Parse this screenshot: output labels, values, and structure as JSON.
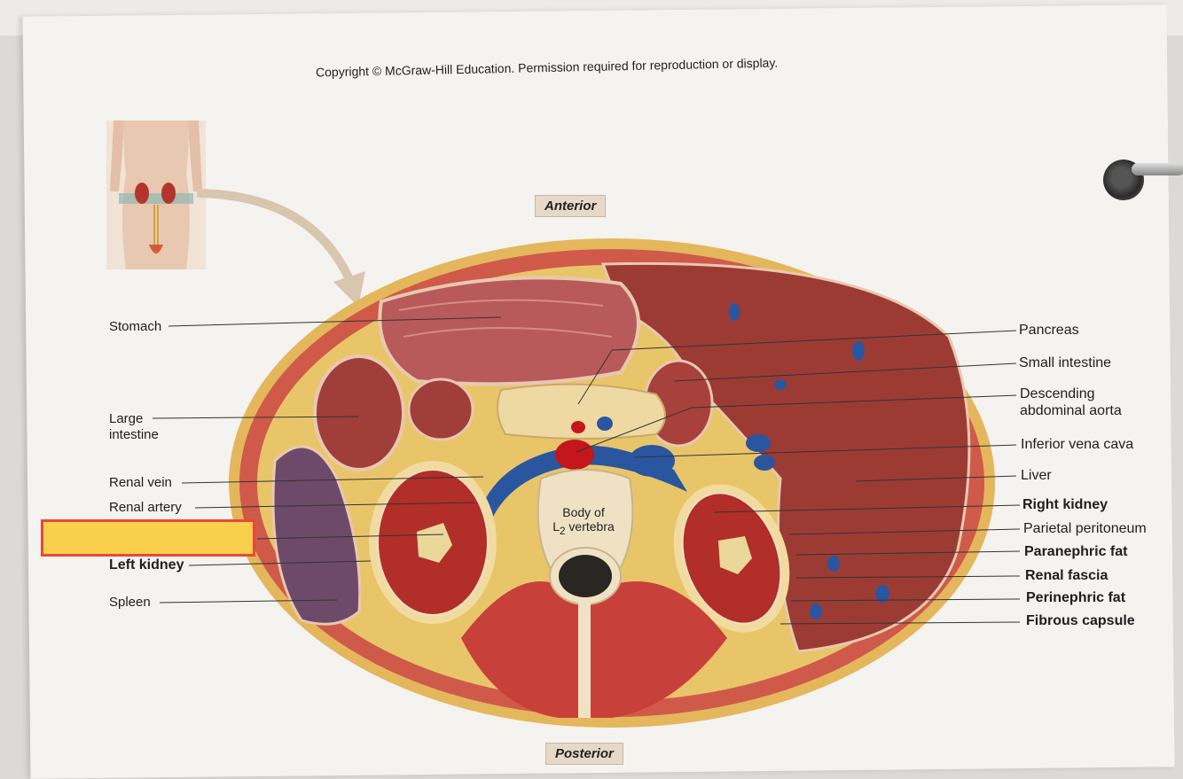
{
  "header": {
    "copyright": "Copyright © McGraw-Hill Education. Permission required for reproduction or display."
  },
  "orientation": {
    "anterior": "Anterior",
    "posterior": "Posterior"
  },
  "vertebra_label": {
    "line1": "Body of",
    "line2_prefix": "L",
    "line2_sub": "2",
    "line2_suffix": " vertebra"
  },
  "labels_left": [
    {
      "id": "stomach",
      "text": "Stomach",
      "bold": false
    },
    {
      "id": "large-intestine-1",
      "text": "Large",
      "bold": false
    },
    {
      "id": "large-intestine-2",
      "text": "intestine",
      "bold": false
    },
    {
      "id": "renal-vein",
      "text": "Renal vein",
      "bold": false
    },
    {
      "id": "renal-artery",
      "text": "Renal artery",
      "bold": false
    },
    {
      "id": "left-kidney",
      "text": "Left kidney",
      "bold": true
    },
    {
      "id": "spleen",
      "text": "Spleen",
      "bold": false
    }
  ],
  "labels_right": [
    {
      "id": "pancreas",
      "text": "Pancreas",
      "bold": false
    },
    {
      "id": "small-intestine",
      "text": "Small intestine",
      "bold": false
    },
    {
      "id": "descending-aorta-1",
      "text": "Descending",
      "bold": false
    },
    {
      "id": "descending-aorta-2",
      "text": "abdominal aorta",
      "bold": false
    },
    {
      "id": "ivc",
      "text": "Inferior vena cava",
      "bold": false
    },
    {
      "id": "liver",
      "text": "Liver",
      "bold": false
    },
    {
      "id": "right-kidney",
      "text": "Right kidney",
      "bold": true
    },
    {
      "id": "parietal-peritoneum",
      "text": "Parietal peritoneum",
      "bold": false
    },
    {
      "id": "paranephric-fat",
      "text": "Paranephric fat",
      "bold": true
    },
    {
      "id": "renal-fascia",
      "text": "Renal fascia",
      "bold": true
    },
    {
      "id": "perinephric-fat",
      "text": "Perinephric fat",
      "bold": true
    },
    {
      "id": "fibrous-capsule",
      "text": "Fibrous capsule",
      "bold": true
    }
  ],
  "colors": {
    "paper": "#f4f3f0",
    "muscle": "#c9443c",
    "fat": "#e9c56a",
    "liver": "#9c3b34",
    "spleen": "#6e4a6a",
    "vein": "#2a56a0",
    "artery": "#c4161c",
    "redaction_fill": "#f8d04c",
    "redaction_border": "#e8483a"
  }
}
